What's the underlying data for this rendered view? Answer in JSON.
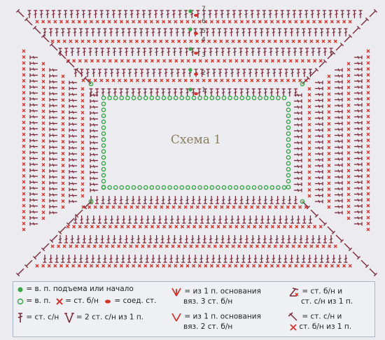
{
  "title": "Схема 1",
  "row_numbers": [
    "1",
    "2",
    "3",
    "4",
    "5",
    "6",
    "7"
  ],
  "legend": {
    "chain_lift": "= в. п. подъема или начало",
    "chain": "= в. п.",
    "sc": "= ст. б/н",
    "slip": "= соед. ст.",
    "dc": "= ст. с/н",
    "two_dc": "= 2 ст. с/н из 1 п.",
    "v3_line1": "= из 1 п. основания",
    "v3_line2": "вяз. 3 ст. б/н",
    "v2_line1": "= из 1 п. основания",
    "v2_line2": "вяз. 2 ст. б/н",
    "sc_dc_line1": "= ст. б/н и",
    "sc_dc_line2": "ст. с/н из 1 п.",
    "dc_sc_line1": "= ст. с/н и",
    "dc_sc_line2": "ст. б/н из 1 п."
  },
  "colors": {
    "background": "#ecebef",
    "green": "#3aa64a",
    "red": "#d2342c",
    "maroon": "#7a2a3a",
    "title": "#8a8060"
  }
}
